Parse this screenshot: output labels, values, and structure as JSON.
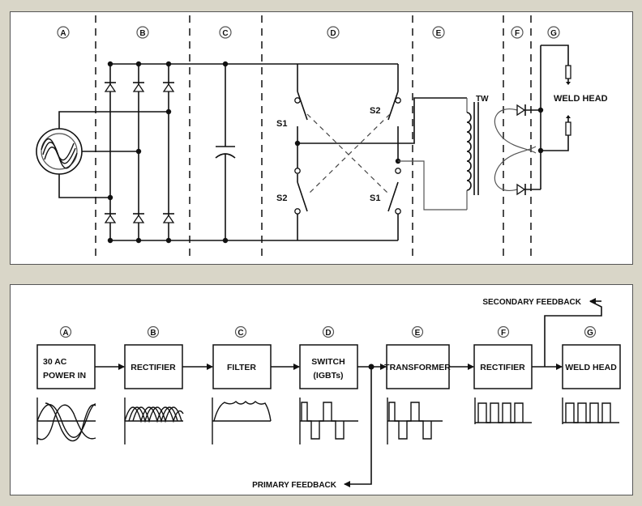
{
  "schematic": {
    "section_letters": [
      "A",
      "B",
      "C",
      "D",
      "E",
      "F",
      "G"
    ],
    "switch_labels": {
      "s1_top": "S1",
      "s2_top": "S2",
      "s2_bottom": "S2",
      "s1_bottom": "S1"
    },
    "transformer_label": "TW",
    "weld_head_label": "WELD HEAD"
  },
  "block_diagram": {
    "section_letters": [
      "A",
      "B",
      "C",
      "D",
      "E",
      "F",
      "G"
    ],
    "blocks": [
      {
        "line1": "30 AC",
        "line2": "POWER IN"
      },
      {
        "line1": "RECTIFIER",
        "line2": ""
      },
      {
        "line1": "FILTER",
        "line2": ""
      },
      {
        "line1": "SWITCH",
        "line2": "(IGBTs)"
      },
      {
        "line1": "TRANSFORMER",
        "line2": ""
      },
      {
        "line1": "RECTIFIER",
        "line2": ""
      },
      {
        "line1": "WELD HEAD",
        "line2": ""
      }
    ],
    "secondary_feedback_label": "SECONDARY FEEDBACK",
    "primary_feedback_label": "PRIMARY FEEDBACK"
  }
}
